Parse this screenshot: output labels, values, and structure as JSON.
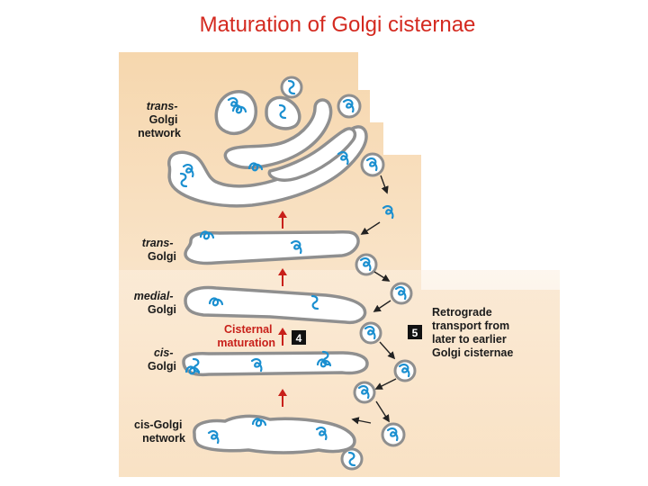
{
  "title": "Maturation of Golgi cisternae",
  "labels": {
    "tgn_line1": "trans-",
    "tgn_line2": "Golgi",
    "tgn_line3": "network",
    "trans_line1": "trans-",
    "trans_line2": "Golgi",
    "medial_line1": "medial-",
    "medial_line2": "Golgi",
    "cis_line1": "cis-",
    "cis_line2": "Golgi",
    "cgn_line1": "cis-Golgi",
    "cgn_line2": "network"
  },
  "cisternal": {
    "line1": "Cisternal",
    "line2": "maturation",
    "step": "4"
  },
  "retrograde": {
    "step": "5",
    "line1": "Retrograde",
    "line2": "transport from",
    "line3": "later to earlier",
    "line4": "Golgi cisternae"
  },
  "colors": {
    "title": "#d42a20",
    "background": "#f7dcb7",
    "cisterna_outline": "#8f8f8f",
    "protein": "#1a8fd0",
    "maturation_arrow": "#c8201a",
    "badge": "#111111"
  }
}
